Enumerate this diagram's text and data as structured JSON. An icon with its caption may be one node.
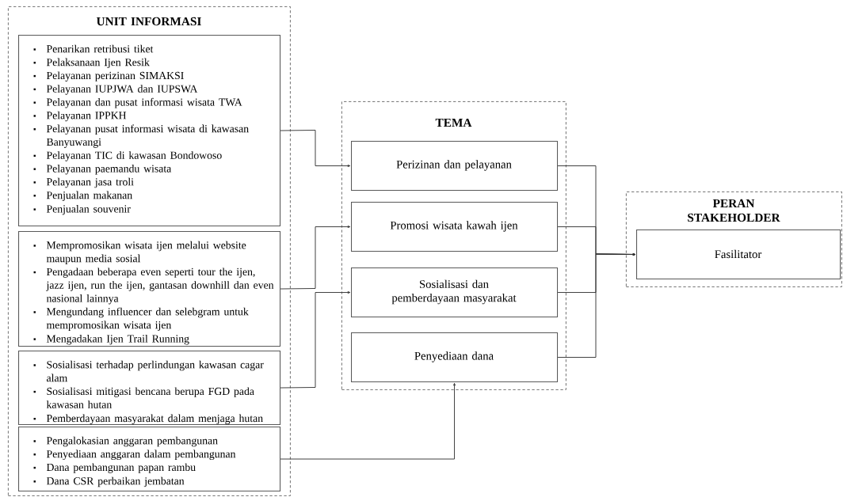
{
  "diagram": {
    "nodes": [
      {
        "text": [
          "UNIT INFORMASI"
        ]
      },
      {
        "text": [
          "Penarikan retribusi tiket",
          "Pelaksanaan Ijen Resik",
          "Pelayanan perizinan SIMAKSI",
          "Pelayanan IUPJWA dan IUPSWA",
          "Pelayanan dan pusat informasi wisata TWA",
          "Pelayanan IPPKH",
          "Pelayanan pusat informasi wisata di kawasan Banyuwangi",
          "Pelayanan TIC di kawasan Bondowoso",
          "Pelayanan paemandu wisata",
          "Pelayanan jasa troli",
          "Penjualan makanan",
          "Penjualan souvenir"
        ],
        "in": 0
      },
      {
        "text": [
          "Mempromosikan wisata ijen melalui website maupun media sosial",
          "Pengadaan beberapa even seperti tour the ijen, jazz ijen, run the ijen, gantasan downhill dan even nasional lainnya",
          "Mengundang influencer dan selebgram untuk mempromosikan wisata ijen",
          "Mengadakan Ijen Trail Running"
        ],
        "in": 0
      },
      {
        "text": [
          "Sosialisasi terhadap perlindungan kawasan cagar alam",
          "Sosialisasi mitigasi bencana berupa FGD pada kawasan hutan",
          "Pemberdayaan masyarakat dalam menjaga hutan"
        ],
        "in": 0
      },
      {
        "text": [
          "Pengalokasian anggaran pembangunan",
          "Penyediaan anggaran dalam pembangunan",
          "Dana pembangunan papan rambu",
          "Dana CSR perbaikan jembatan"
        ],
        "in": 0
      },
      {
        "text": [
          "TEMA"
        ]
      },
      {
        "text": [
          "Perizinan dan pelayanan"
        ],
        "in": 5
      },
      {
        "text": [
          "Promosi wisata kawah ijen"
        ],
        "in": 5
      },
      {
        "text": [
          "Sosialisasi dan pemberdayaan masyarakat"
        ],
        "in": 5
      },
      {
        "text": [
          "Penyediaan dana"
        ],
        "in": 5
      },
      {
        "text": [
          "PERAN STAKEHOLDER"
        ]
      },
      {
        "text": [
          "Fasilitator"
        ],
        "in": 10
      }
    ],
    "edges": [
      {
        "from": 1,
        "to": 6,
        "arrow": "to"
      },
      {
        "from": 2,
        "to": 7,
        "arrow": "to"
      },
      {
        "from": 3,
        "to": 8,
        "arrow": "to"
      },
      {
        "from": 4,
        "to": 9,
        "arrow": "to"
      },
      {
        "from": 6,
        "to": 11,
        "arrow": "to"
      },
      {
        "from": 7,
        "to": 11,
        "arrow": "to"
      },
      {
        "from": 8,
        "to": 11,
        "arrow": "to"
      },
      {
        "from": 9,
        "to": 11,
        "arrow": "to"
      }
    ]
  }
}
